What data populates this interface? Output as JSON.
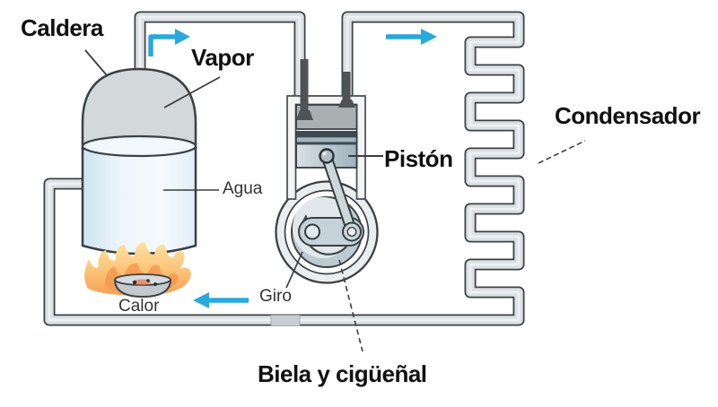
{
  "labels": {
    "caldera": "Caldera",
    "vapor": "Vapor",
    "agua": "Agua",
    "calor": "Calor",
    "giro": "Giro",
    "piston": "Pistón",
    "condensador": "Condensador",
    "biela_y_ciguenal": "Biela y cigüeñal"
  },
  "colors": {
    "background": "#FFFFFF",
    "label_text": "#111111",
    "arrow_blue": "#29A8DB",
    "pipe_outline": "#3B4144",
    "pipe_fill": "#DCE1E3",
    "boiler_dome": "#D3D8DA",
    "water": "#E9F3F9",
    "metal_gray": "#AAAFB2",
    "piston_blue_gray": "#9FB2BC",
    "flame_yellow": "#FDE3A4",
    "flame_orange": "#F69A50",
    "flame_red": "#E4613C"
  }
}
